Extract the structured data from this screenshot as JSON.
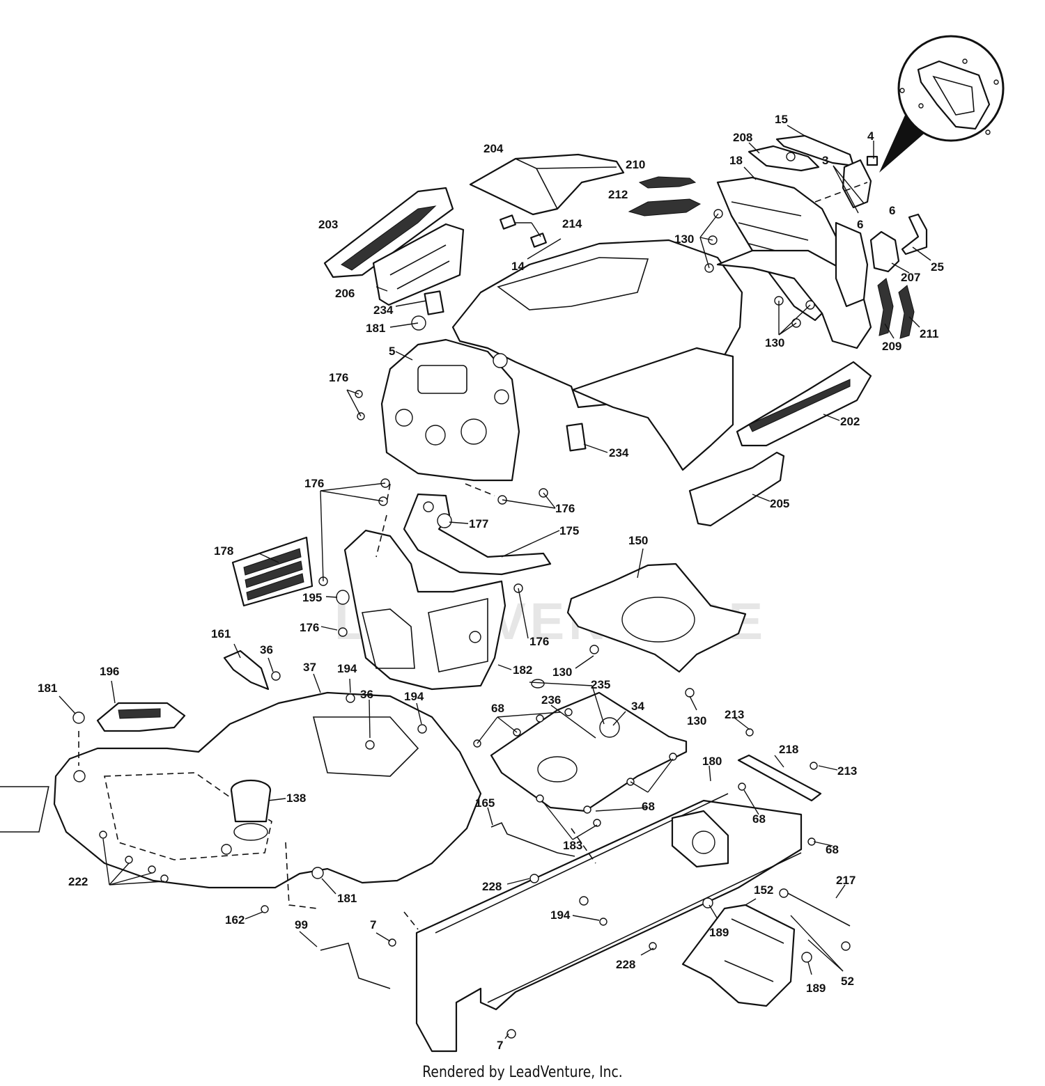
{
  "watermark": "LEADVENTURE",
  "footer": "Rendered by LeadVenture, Inc.",
  "callouts": [
    {
      "id": "c-204",
      "label": "204"
    },
    {
      "id": "c-210",
      "label": "210"
    },
    {
      "id": "c-212",
      "label": "212"
    },
    {
      "id": "c-214",
      "label": "214"
    },
    {
      "id": "c-203",
      "label": "203"
    },
    {
      "id": "c-206",
      "label": "206"
    },
    {
      "id": "c-234a",
      "label": "234"
    },
    {
      "id": "c-14",
      "label": "14"
    },
    {
      "id": "c-181a",
      "label": "181"
    },
    {
      "id": "c-5",
      "label": "5"
    },
    {
      "id": "c-176a",
      "label": "176"
    },
    {
      "id": "c-15",
      "label": "15"
    },
    {
      "id": "c-208",
      "label": "208"
    },
    {
      "id": "c-18",
      "label": "18"
    },
    {
      "id": "c-4",
      "label": "4"
    },
    {
      "id": "c-3",
      "label": "3"
    },
    {
      "id": "c-6a",
      "label": "6"
    },
    {
      "id": "c-6b",
      "label": "6"
    },
    {
      "id": "c-130a",
      "label": "130"
    },
    {
      "id": "c-130b",
      "label": "130"
    },
    {
      "id": "c-25",
      "label": "25"
    },
    {
      "id": "c-207",
      "label": "207"
    },
    {
      "id": "c-211",
      "label": "211"
    },
    {
      "id": "c-209",
      "label": "209"
    },
    {
      "id": "c-202",
      "label": "202"
    },
    {
      "id": "c-234b",
      "label": "234"
    },
    {
      "id": "c-205",
      "label": "205"
    },
    {
      "id": "c-176b",
      "label": "176"
    },
    {
      "id": "c-176c",
      "label": "176"
    },
    {
      "id": "c-177",
      "label": "177"
    },
    {
      "id": "c-175",
      "label": "175"
    },
    {
      "id": "c-178",
      "label": "178"
    },
    {
      "id": "c-195",
      "label": "195"
    },
    {
      "id": "c-176d",
      "label": "176"
    },
    {
      "id": "c-176e",
      "label": "176"
    },
    {
      "id": "c-150",
      "label": "150"
    },
    {
      "id": "c-182",
      "label": "182"
    },
    {
      "id": "c-130c",
      "label": "130"
    },
    {
      "id": "c-235",
      "label": "235"
    },
    {
      "id": "c-130d",
      "label": "130"
    },
    {
      "id": "c-161",
      "label": "161"
    },
    {
      "id": "c-36a",
      "label": "36"
    },
    {
      "id": "c-37",
      "label": "37"
    },
    {
      "id": "c-194a",
      "label": "194"
    },
    {
      "id": "c-36b",
      "label": "36"
    },
    {
      "id": "c-194b",
      "label": "194"
    },
    {
      "id": "c-196",
      "label": "196"
    },
    {
      "id": "c-181b",
      "label": "181"
    },
    {
      "id": "c-68a",
      "label": "68"
    },
    {
      "id": "c-236",
      "label": "236"
    },
    {
      "id": "c-34",
      "label": "34"
    },
    {
      "id": "c-213a",
      "label": "213"
    },
    {
      "id": "c-218",
      "label": "218"
    },
    {
      "id": "c-213b",
      "label": "213"
    },
    {
      "id": "c-180",
      "label": "180"
    },
    {
      "id": "c-138",
      "label": "138"
    },
    {
      "id": "c-68b",
      "label": "68"
    },
    {
      "id": "c-68c",
      "label": "68"
    },
    {
      "id": "c-68d",
      "label": "68"
    },
    {
      "id": "c-165",
      "label": "165"
    },
    {
      "id": "c-183",
      "label": "183"
    },
    {
      "id": "c-222",
      "label": "222"
    },
    {
      "id": "c-228a",
      "label": "228"
    },
    {
      "id": "c-181c",
      "label": "181"
    },
    {
      "id": "c-217",
      "label": "217"
    },
    {
      "id": "c-152",
      "label": "152"
    },
    {
      "id": "c-194c",
      "label": "194"
    },
    {
      "id": "c-162",
      "label": "162"
    },
    {
      "id": "c-99",
      "label": "99"
    },
    {
      "id": "c-7a",
      "label": "7"
    },
    {
      "id": "c-189a",
      "label": "189"
    },
    {
      "id": "c-228b",
      "label": "228"
    },
    {
      "id": "c-52",
      "label": "52"
    },
    {
      "id": "c-189b",
      "label": "189"
    },
    {
      "id": "c-7b",
      "label": "7"
    }
  ]
}
